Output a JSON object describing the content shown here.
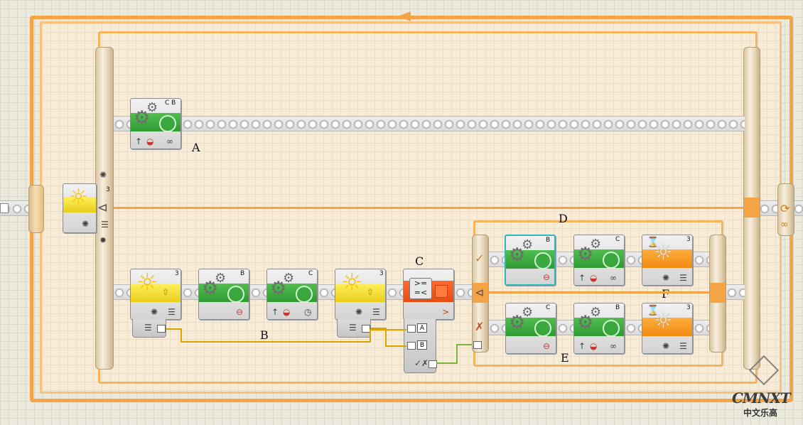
{
  "labels": {
    "a": "A",
    "b": "B",
    "c": "C",
    "d": "D",
    "e": "E",
    "f": "F"
  },
  "sensor_main": {
    "port": "3"
  },
  "motor_a": {
    "port": "C B"
  },
  "row_b": {
    "sensor1_port": "3",
    "motor1_port": "B",
    "motor2_port": "C",
    "sensor2_port": "3"
  },
  "compare": {
    "in_a": "A",
    "in_b": "B"
  },
  "branch_true": {
    "motor1_port": "B",
    "motor2_port": "C",
    "sensor_port": "3"
  },
  "branch_false": {
    "motor1_port": "C",
    "motor2_port": "B",
    "sensor_port": "3"
  },
  "watermark": {
    "brand": "CMNXT",
    "subtitle": "中文乐高"
  },
  "colors": {
    "loop": "#f5a445",
    "motor": "#35a83a",
    "sensor": "#f2df2a",
    "wait": "#f69022",
    "compare": "#f05a1c",
    "wire": "#d9a300"
  },
  "icons": [
    "gear-icon",
    "sun-icon",
    "loop-icon",
    "infinity-icon",
    "arrow-up-icon",
    "brake-icon",
    "clock-icon",
    "check-icon",
    "cross-icon",
    "arrow-left-icon"
  ]
}
